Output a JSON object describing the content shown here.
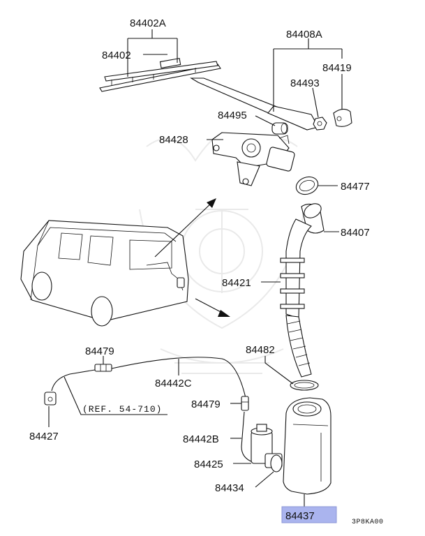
{
  "diagram": {
    "labels": {
      "p84402A": "84402A",
      "p84402": "84402",
      "p84408A": "84408A",
      "p84419": "84419",
      "p84493": "84493",
      "p84495": "84495",
      "p84428": "84428",
      "p84477": "84477",
      "p84407": "84407",
      "p84421": "84421",
      "p84482": "84482",
      "p84479a": "84479",
      "p84442C": "84442C",
      "p84427": "84427",
      "p84479b": "84479",
      "p84442B": "84442B",
      "p84425": "84425",
      "p84434": "84434",
      "p84437": "84437"
    },
    "reference_note": "(REF. 54-710)",
    "diagram_code": "3P8KA00",
    "highlight_color": "#aab4ee"
  }
}
